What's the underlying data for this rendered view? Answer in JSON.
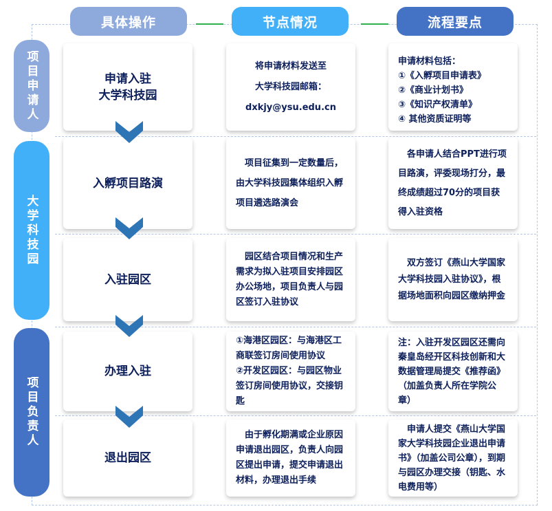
{
  "headers": [
    "具体操作",
    "节点情况",
    "流程要点"
  ],
  "colors": {
    "header1": "#8eaadc",
    "header2": "#41b0f8",
    "header3": "#4472c4",
    "text": "#0c1f5a",
    "chevron": "#2e75b6"
  },
  "sides": [
    "项目申请人",
    "大学科技园",
    "项目负责人"
  ],
  "rows": [
    {
      "action": "申请入驻\n大学科技园",
      "node": "将申请材料发送至\n大学科技园邮箱：\ndxkjy@ysu.edu.cn",
      "point": "申请材料包括：\n①《入孵项目申请表》\n②《商业计划书》\n③《知识产权清单》\n④  其他资质证明等"
    },
    {
      "action": "入孵项目路演",
      "node": "　项目征集到一定数量后，由大学科技园集体组织入孵项目遴选路演会",
      "point": "　各申请人结合PPT进行项目路演，评委现场打分，最终成绩超过70分的项目获得入驻资格"
    },
    {
      "action": "入驻园区",
      "node": "　园区结合项目情况和生产需求为拟入驻项目安排园区办公场地，项目负责人与园区签订入驻协议",
      "point": "　双方签订《燕山大学国家大学科技园入驻协议》，根据场地面积向园区缴纳押金"
    },
    {
      "action": "办理入驻",
      "node": "①海港区园区：与海港区工商联签订房间使用协议\n②开发区园区：与园区物业签订房间使用协议，交接钥匙",
      "point": "注：入驻开发区园区还需向秦皇岛经开区科技创新和大数据管理局提交《推荐函》（加盖负责人所在学院公章）"
    },
    {
      "action": "退出园区",
      "node": "　由于孵化期满或企业原因申请退出园区，负责人向园区提出申请，提交申请退出材料，办理退出手续",
      "point": "　申请人提交《燕山大学国家大学科技园企业退出申请书》（加盖公司公章），到期与园区办理交接（钥匙、水电费用等）"
    }
  ]
}
